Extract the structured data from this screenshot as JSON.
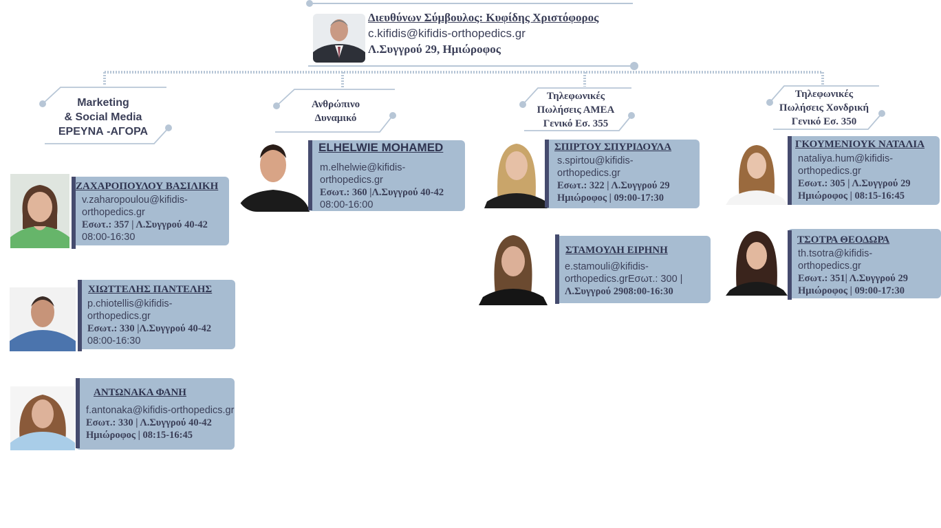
{
  "ceo": {
    "title": "Διευθύνων Σύμβουλος: Κυφίδης Χριστόφορος",
    "email": "c.kifidis@kifidis-orthopedics.gr",
    "address": "Λ.Συγγρού 29, Ημιώροφος"
  },
  "departments": {
    "marketing": [
      "Marketing",
      "& Social Media",
      "ΕΡΕΥΝΑ -ΑΓΟΡΑ"
    ],
    "hr": [
      "Ανθρώπινο",
      "Δυναμικό"
    ],
    "amea": [
      "Τηλεφωνικές",
      "Πωλήσεις ΑΜΕΑ",
      "Γενικό Εσ. 355"
    ],
    "chondriki": [
      "Τηλεφωνικές",
      "Πωλήσεις Χονδρική",
      "Γενικό Εσ. 350"
    ]
  },
  "people": {
    "zacharopoulou": {
      "name": "ΖΑΧΑΡΟΠΟΥΛΟΥ ΒΑΣΙΛΙΚΗ",
      "line1": "v.zaharopoulou@kifidis-",
      "line2": "orthopedics.gr",
      "line3": "Εσωτ.: 357 | Λ.Συγγρού 40-42",
      "line4": "08:00-16:30"
    },
    "chiotellis": {
      "name": "ΧΙΩΤΤΕΛΗΣ ΠΑΝΤΕΛΗΣ",
      "line1": "p.chiotellis@kifidis-",
      "line2": "orthopedics.gr",
      "line3": "Εσωτ.: 330 |Λ.Συγγρού 40-42",
      "line4": "08:00-16:30"
    },
    "antonaka": {
      "name": "ΑΝΤΩΝΑΚΑ ΦΑΝΗ",
      "line1": "f.antonaka@kifidis-orthopedics.gr",
      "line2": "Εσωτ.: 330 | Λ.Συγγρού 40-42",
      "line3": "Ημιώροφος | 08:15-16:45"
    },
    "elhelwie": {
      "name": "ELHELWIE MOHAMED",
      "line1": "m.elhelwie@kifidis-",
      "line2": "orthopedics.gr",
      "line3": "Εσωτ.: 360 |Λ.Συγγρού 40-42",
      "line4": "08:00-16:00"
    },
    "spirtou": {
      "name": "ΣΠΙΡΤΟΥ ΣΠΥΡΙΔΟΥΛΑ",
      "line1": "s.spirtou@kifidis-",
      "line2": "orthopedics.gr",
      "line3": "Εσωτ.: 322 | Λ.Συγγρού 29",
      "line4": "Ημιώροφος | 09:00-17:30"
    },
    "stamouli": {
      "name": "ΣΤΑΜΟΥΛΗ ΕΙΡΗΝΗ",
      "line1": "e.stamouli@kifidis-",
      "line2": "orthopedics.grΕσωτ.: 300 |",
      "line3": "Λ.Συγγρού 2908:00-16:30"
    },
    "goumeniouk": {
      "name": "ΓΚΟΥΜΕΝΙΟΥΚ ΝΑΤΑΛΙΑ",
      "line1": "nataliya.hum@kifidis-",
      "line2": "orthopedics.gr",
      "line3": "Εσωτ.: 305 | Λ.Συγγρού 29",
      "line4": "Ημιώροφος | 08:15-16:45"
    },
    "tsotra": {
      "name": "ΤΣΟΤΡΑ ΘΕΟΔΩΡΑ",
      "line1": "th.tsotra@kifidis-",
      "line2": "orthopedics.gr",
      "line3": "Εσωτ.: 351| Λ.Συγγρού 29",
      "line4": "Ημιώροφος | 09:00-17:30"
    }
  },
  "colors": {
    "card": "#a7bcd1",
    "accent_bar": "#454b6e",
    "connector": "#b7c6d6",
    "text": "#3b3f58"
  }
}
